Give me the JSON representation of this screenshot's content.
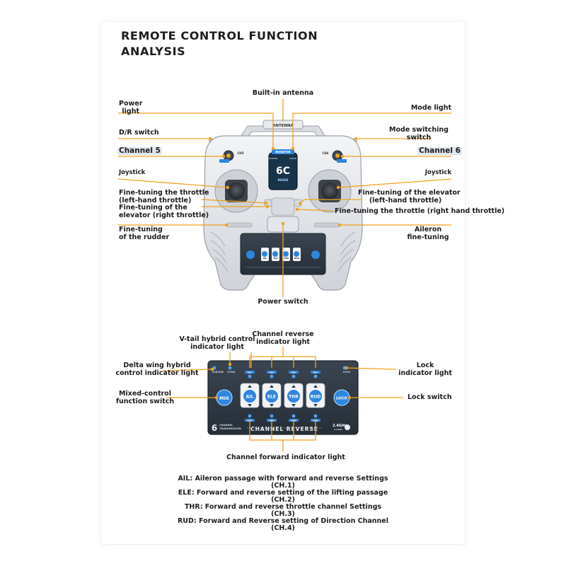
{
  "page": {
    "title_lines": [
      "REMOTE CONTROL FUNCTION",
      "ANALYSIS"
    ]
  },
  "colors": {
    "callout": "#f0a21e",
    "body": "#e7e9ed",
    "panel": "#2f3a45",
    "accent_blue": "#2e86de",
    "screen": "#17344a",
    "highlight": "#dfe4ee"
  },
  "transmitter": {
    "antenna_label": "ANTENNA",
    "screen_model": "6C",
    "screen_badge": "MODE",
    "screen_top_badge": "MONITOR",
    "power_caption": "POWER",
    "mode_caption": "MODE",
    "ch5_caption": "CH5",
    "ch6_caption": "CH6",
    "label_texts": {
      "ch1": "AIL",
      "ch2": "ELE",
      "ch3": "THR",
      "ch4": "RUD"
    }
  },
  "callouts_top": {
    "power_light": [
      "Power",
      "light"
    ],
    "builtin_antenna": "Built-in antenna",
    "mode_light": "Mode light",
    "dr_switch": "D/R switch",
    "mode_switching_switch": [
      "Mode switching",
      "switch"
    ],
    "channel5": "Channel 5",
    "channel6": "Channel 6",
    "joystick_left": "Joystick",
    "joystick_right": "Joystick",
    "fine_throttle_left": [
      "Fine-tuning the throttle",
      "(left-hand throttle)"
    ],
    "fine_elevator_right": [
      "Fine-tuning of the",
      "elevator (right throttle)"
    ],
    "fine_elevator_left": [
      "Fine-tuning of the elevator",
      "(left-hand throttle)"
    ],
    "fine_throttle_right": "Fine-tuning the throttle (right hand throttle)",
    "fine_rudder": [
      "Fine-tuning",
      "of the rudder"
    ],
    "aileron_fine": [
      "Aileron",
      "fine-tuning"
    ],
    "power_switch": "Power switch"
  },
  "callouts_panel": {
    "vtail_light": [
      "V-tail hybrid control",
      "indicator light"
    ],
    "channel_reverse_light": [
      "Channel reverse",
      "indicator light"
    ],
    "delta_wing_light": [
      "Delta wing hybrid",
      "control indicator light"
    ],
    "lock_light": [
      "Lock",
      "indicator light"
    ],
    "mixed_control_switch": [
      "Mixed-control",
      "function switch"
    ],
    "lock_switch": "Lock switch",
    "channel_forward_light": "Channel forward indicator light"
  },
  "panel": {
    "mix_label": "MIX",
    "lock_label": "LOCK",
    "elevon_caption": "ELEVON",
    "vtail_caption": "V-TAIL",
    "lock_caption": "LOCK",
    "rev_caption": "REV",
    "nor_caption": "NOR",
    "channels": [
      "AIL",
      "ELE",
      "THR",
      "RUD"
    ],
    "footer_number": "6",
    "footer_sub": [
      "CHANNEL",
      "TRANSMISSION"
    ],
    "footer_title": "CHANNEL REVERSE",
    "freq": "2.4GHz",
    "freq_sub": "2.4GHz"
  },
  "legend": [
    [
      "AIL: Aileron passage with forward and reverse Settings",
      "(CH.1)"
    ],
    [
      "ELE: Forward and reverse setting of the lifting passage",
      "(CH.2)"
    ],
    [
      "THR: Forward and reverse throttle channel Settings",
      "(CH.3)"
    ],
    [
      "RUD: Forward and Reverse setting of Direction Channel",
      "(CH.4)"
    ]
  ]
}
